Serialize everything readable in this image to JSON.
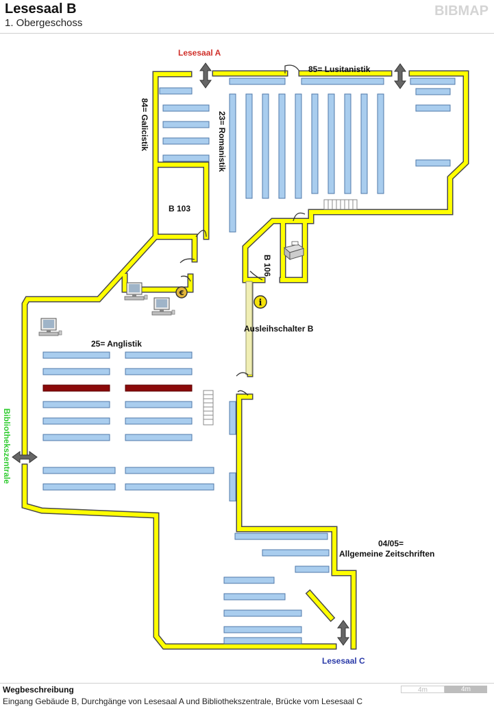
{
  "header": {
    "title": "Lesesaal B",
    "subtitle": "1. Obergeschoss",
    "logo": "BIBMAP"
  },
  "labels": {
    "lesesaal_a": "Lesesaal A",
    "lusitanistik": "85= Lusitanistik",
    "galicistik": "84= Galicistik",
    "romanistik": "23= Romanistik",
    "b103": "B 103",
    "b106": "B 106",
    "ausleihschalter": "Ausleihschalter B",
    "anglistik": "25= Anglistik",
    "bibliothekszentrale": "Bibliothekszentrale",
    "zeitschriften_code": "04/05=",
    "zeitschriften": "Allgemeine Zeitschriften",
    "lesesaal_c": "Lesesaal C"
  },
  "icons": {
    "info": "i",
    "euro": "€"
  },
  "colors": {
    "wall": "#ffff00",
    "wall_stroke": "#4a4a4a",
    "shelf": "#a9cdee",
    "shelf_stroke": "#4f78a8",
    "shelf_highlight": "#8b0a0a",
    "counter": "#f0eeb4"
  },
  "footer": {
    "title": "Wegbeschreibung",
    "text": "Eingang Gebäude B, Durchgänge von Lesesaal A und Bibliothekszentrale, Brücke vom Lesesaal C",
    "scale_left": "4m",
    "scale_right": "4m"
  }
}
